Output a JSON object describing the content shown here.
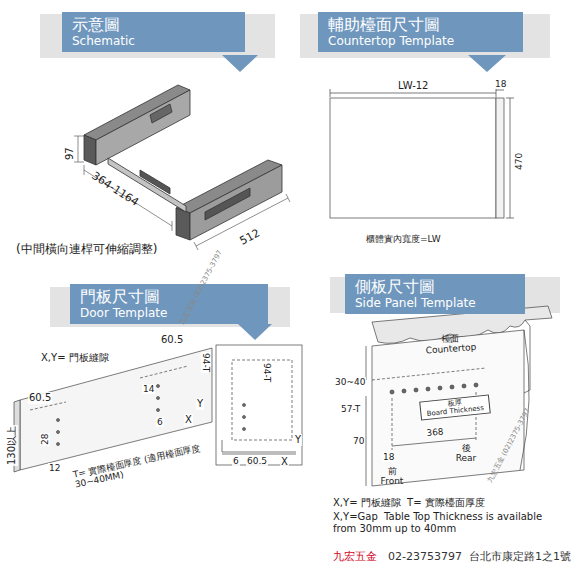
{
  "diagram": {
    "nodes": [
      {
        "text": [
          "示意圖",
          "Schematic"
        ]
      },
      {
        "text": [
          "輔助檯面尺寸圖",
          "Countertop Template"
        ]
      },
      {
        "text": [
          "門板尺寸圖",
          "Door Template"
        ]
      },
      {
        "text": [
          "側板尺寸圖",
          "Side Panel Template"
        ]
      },
      {
        "text": [
          "板厚",
          "Board Thickness"
        ]
      }
    ],
    "labels": [
      "97",
      "364-1164",
      "512",
      "(中間橫向連桿可伸縮調整)",
      "LW-12",
      "18",
      "470",
      "櫃體實內寬度=LW",
      "X,Y= 門板縫隙",
      "60.5",
      "60.5",
      "14",
      "28",
      "130以上",
      "12",
      "6",
      "94-T",
      "Y",
      "X",
      "94-T",
      "6",
      "60.5",
      "X",
      "Y",
      "T= 實際檯面厚度 (適用檯面厚度 30~40MM)",
      "檯面 Countertop",
      "30~40",
      "57-T",
      "18",
      "70",
      "368",
      "前 Front",
      "後 Rear",
      "X,Y= 門板縫隙  T= 實際檯面厚度",
      "X,Y=Gap  Table Top Thickness is available from 30mm up to 40mm",
      "九宏五金",
      "02-23753797  台北市康定路1之1號",
      "九宏五金 (02)2375-3797",
      "九宏五金 (02)2375-3797"
    ]
  }
}
